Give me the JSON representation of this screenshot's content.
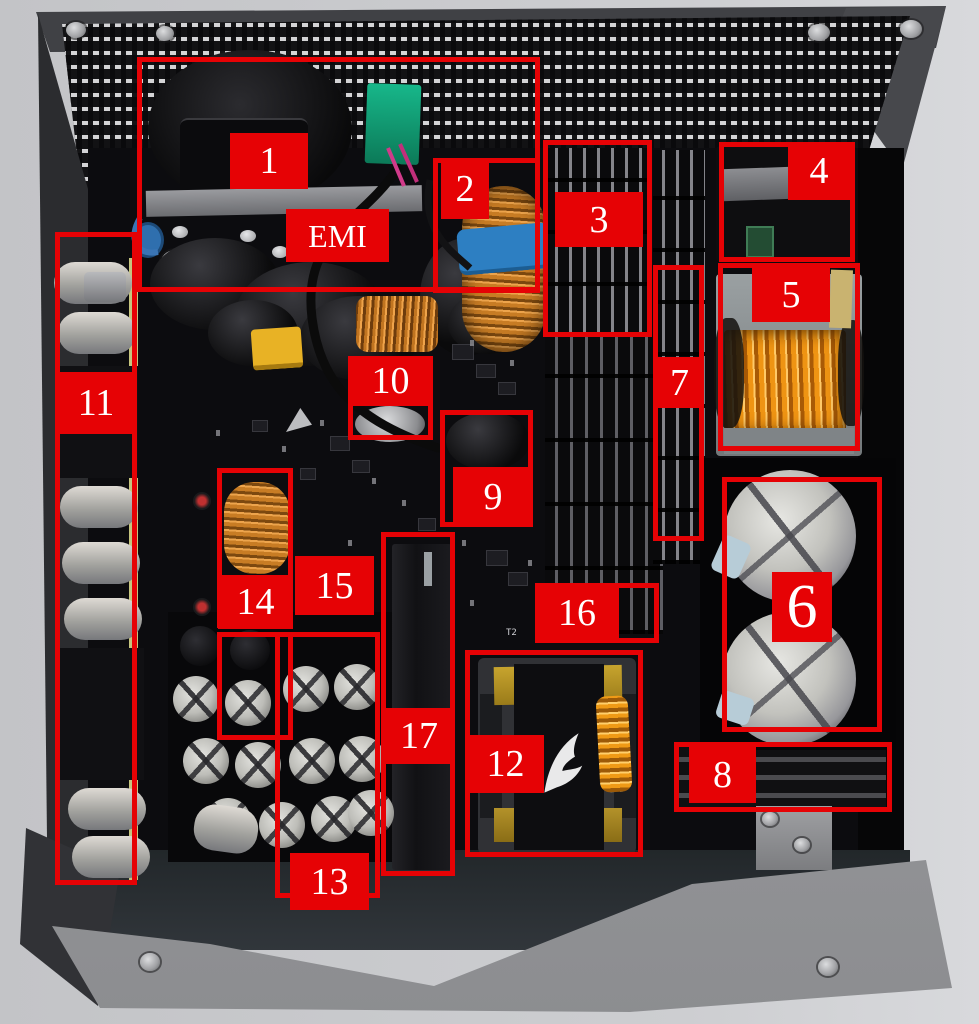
{
  "annotations": {
    "box_color": "#e60205",
    "text_color": "#ffffff",
    "outline_thickness": 5,
    "items": [
      {
        "id": "1",
        "text": "1",
        "outlines": [
          [
            137,
            57,
            403,
            235
          ]
        ],
        "fill": [
          230,
          133,
          78,
          56
        ]
      },
      {
        "id": "emi",
        "text": "EMI",
        "outlines": [],
        "fill": [
          286,
          209,
          103,
          53
        ],
        "size": 32
      },
      {
        "id": "2",
        "text": "2",
        "outlines": [
          [
            433,
            158,
            107,
            135
          ]
        ],
        "fill": [
          441,
          158,
          48,
          61
        ]
      },
      {
        "id": "3",
        "text": "3",
        "outlines": [
          [
            543,
            140,
            109,
            197
          ]
        ],
        "fill": [
          555,
          192,
          88,
          55
        ]
      },
      {
        "id": "4",
        "text": "4",
        "outlines": [
          [
            719,
            142,
            136,
            120
          ]
        ],
        "fill": [
          788,
          142,
          62,
          58
        ]
      },
      {
        "id": "5",
        "text": "5",
        "outlines": [
          [
            718,
            263,
            142,
            188
          ]
        ],
        "fill": [
          752,
          267,
          78,
          55
        ]
      },
      {
        "id": "6",
        "text": "6",
        "outlines": [
          [
            722,
            477,
            160,
            255
          ]
        ],
        "fill": [
          772,
          572,
          60,
          70
        ],
        "size": 62
      },
      {
        "id": "7",
        "text": "7",
        "outlines": [
          [
            653,
            265,
            51,
            276
          ]
        ],
        "fill": [
          655,
          357,
          49,
          51
        ]
      },
      {
        "id": "8",
        "text": "8",
        "outlines": [
          [
            674,
            742,
            218,
            70
          ]
        ],
        "fill": [
          689,
          747,
          67,
          56
        ]
      },
      {
        "id": "9",
        "text": "9",
        "outlines": [
          [
            440,
            410,
            93,
            117
          ]
        ],
        "fill": [
          453,
          467,
          80,
          60
        ]
      },
      {
        "id": "10",
        "text": "10",
        "outlines": [
          [
            348,
            356,
            85,
            84
          ]
        ],
        "fill": [
          348,
          356,
          85,
          50
        ]
      },
      {
        "id": "11",
        "text": "11",
        "outlines": [
          [
            55,
            232,
            82,
            653
          ]
        ],
        "fill": [
          58,
          372,
          76,
          62
        ]
      },
      {
        "id": "12",
        "text": "12",
        "outlines": [
          [
            465,
            650,
            178,
            207
          ]
        ],
        "fill": [
          467,
          735,
          77,
          58
        ]
      },
      {
        "id": "13",
        "text": "13",
        "outlines": [
          [
            275,
            632,
            105,
            266
          ]
        ],
        "fill": [
          290,
          853,
          79,
          57
        ]
      },
      {
        "id": "14",
        "text": "14",
        "outlines": [
          [
            217,
            468,
            76,
            160
          ],
          [
            217,
            632,
            76,
            108
          ]
        ],
        "fill": [
          218,
          575,
          75,
          54
        ]
      },
      {
        "id": "15",
        "text": "15",
        "outlines": [],
        "fill": [
          295,
          556,
          79,
          59
        ]
      },
      {
        "id": "16",
        "text": "16",
        "outlines": [
          [
            535,
            583,
            124,
            60
          ]
        ],
        "fill": [
          535,
          583,
          84,
          60
        ]
      },
      {
        "id": "17",
        "text": "17",
        "outlines": [
          [
            381,
            532,
            74,
            344
          ]
        ],
        "fill": [
          385,
          708,
          68,
          56
        ]
      }
    ]
  },
  "pcb_markings": {
    "t2": "T2"
  },
  "palette": {
    "background": "#c9cacd",
    "chassis": "#3f4043",
    "pcb": "#0c0c0f",
    "copper": "#c87c24",
    "transformer_orange": "#ef9413",
    "capacitor_silver": "#c9c9c4",
    "annotation_red": "#e60205",
    "fan_connector_green": "#15b286",
    "tape_yellow": "#c7a42e",
    "toroid_tape_blue": "#2d7fc2"
  }
}
